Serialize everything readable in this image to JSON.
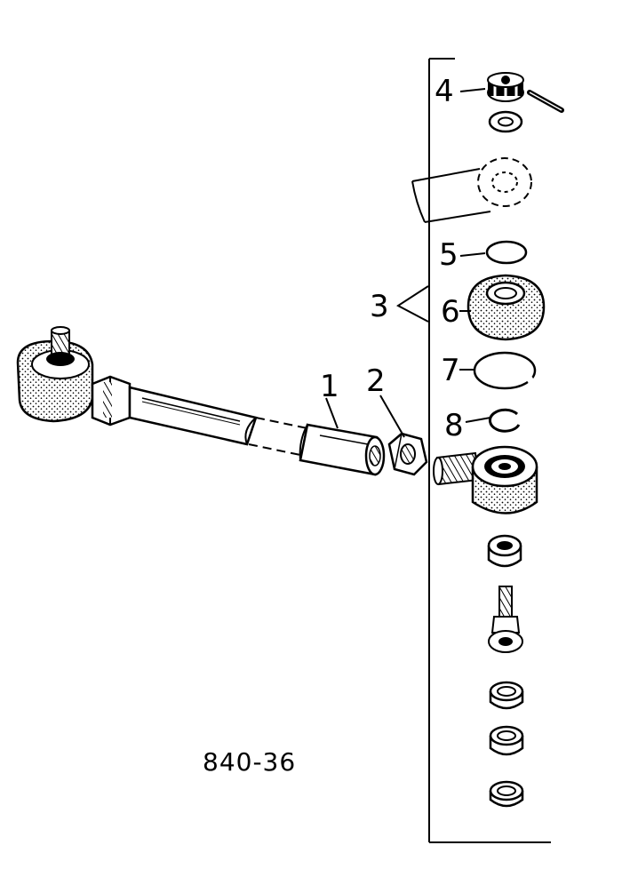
{
  "drawing": {
    "id": "840-36",
    "callouts": [
      {
        "number": "1"
      },
      {
        "number": "2"
      },
      {
        "number": "3"
      },
      {
        "number": "4"
      },
      {
        "number": "5"
      },
      {
        "number": "6"
      },
      {
        "number": "7"
      },
      {
        "number": "8"
      }
    ]
  }
}
